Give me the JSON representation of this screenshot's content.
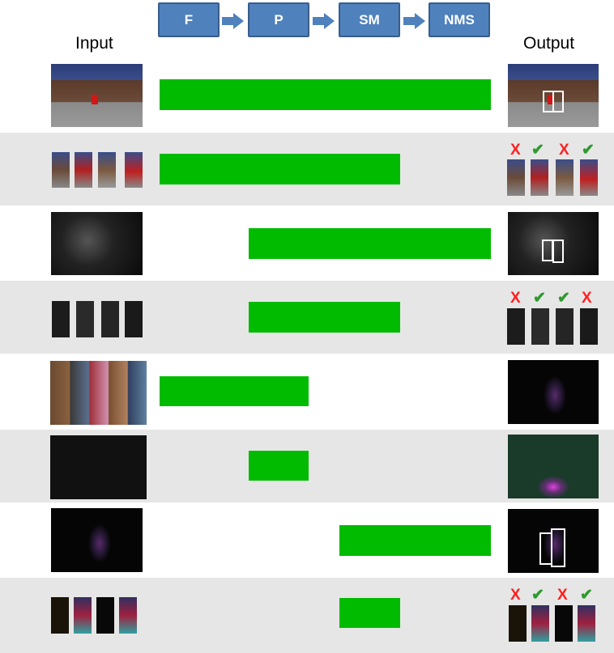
{
  "pipeline": {
    "stages": [
      "F",
      "P",
      "SM",
      "NMS"
    ]
  },
  "headers": {
    "input": "Input",
    "output": "Output"
  },
  "marks": {
    "reject": "X",
    "accept": "✔"
  },
  "rows": [
    {
      "stages": [
        "F",
        "P",
        "SM",
        "NMS"
      ],
      "output_marks": []
    },
    {
      "stages": [
        "F",
        "P",
        "SM"
      ],
      "output_marks": [
        "reject",
        "accept",
        "reject",
        "accept"
      ]
    },
    {
      "stages": [
        "P",
        "SM",
        "NMS"
      ],
      "output_marks": []
    },
    {
      "stages": [
        "P",
        "SM"
      ],
      "output_marks": [
        "reject",
        "accept",
        "accept",
        "reject"
      ]
    },
    {
      "stages": [
        "F",
        "P"
      ],
      "output_marks": []
    },
    {
      "stages": [
        "P"
      ],
      "output_marks": []
    },
    {
      "stages": [
        "SM",
        "NMS"
      ],
      "output_marks": []
    },
    {
      "stages": [
        "SM"
      ],
      "output_marks": [
        "reject",
        "accept",
        "reject",
        "accept"
      ]
    }
  ],
  "colors": {
    "stage_box": "#4f81bd",
    "stage_border": "#385d8a",
    "bar": "#00bb00",
    "row_shade": "#e6e6e6",
    "reject": "#ff2020",
    "accept": "#2e9a2e"
  }
}
